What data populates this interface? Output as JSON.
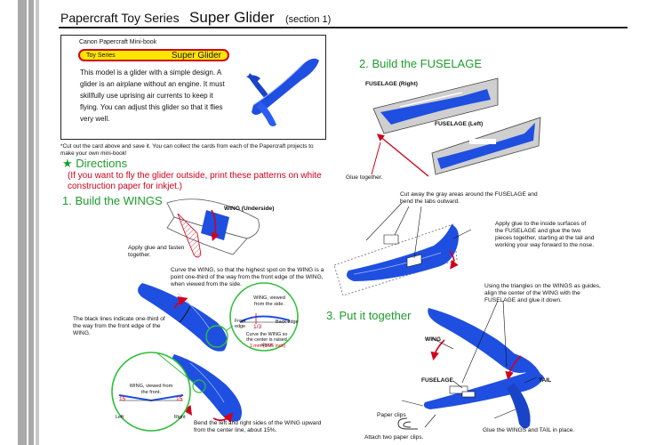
{
  "header": {
    "series": "Papercraft  Toy Series",
    "title": "Super Glider",
    "section": "(section 1)"
  },
  "card": {
    "book": "Canon  Papercraft  Mini-book",
    "pill_left": "Toy Series",
    "pill_right": "Super Glider",
    "description": "This model is a glider with a simple design. A glider is an airplane without an engine.  It must skillfully use uprising air currents to keep it flying. You can adjust this glider so that it flies very well."
  },
  "cut_note": "*Cut out the card above and save it.  You can collect the cards from each of the Papercraft projects to make your own mini-book!",
  "directions": {
    "star": "★",
    "title": "Directions",
    "note": "(If you want to fly the glider outside, print these patterns on white construction paper for inkjet.)"
  },
  "steps": {
    "step1": "1. Build the WINGS",
    "step2": "2. Build the FUSELAGE",
    "step3": "3. Put it together"
  },
  "wings": {
    "underside_label": "WING (Underside)",
    "glue_note": "Apply glue and fasten together.",
    "curve_note": "Curve the WING, so that the highest spot on the WING is a point one-third of the way from the front edge of the WING, when viewed from the side.",
    "black_lines_note": "The black lines indicate one-third of the way from the front edge of the WING.",
    "side_view_label": "WING, viewed from the side.",
    "front_edge": "Front edge",
    "back_edge": "Back edge",
    "one_third": "1/3",
    "center_raise": "Curve the WING so the center is raised about",
    "raise_amount": "1 mm (1/25 inch)",
    "front_view_label": "WING, viewed from the front.",
    "angle_left": "15",
    "angle_right": "15",
    "left": "Left",
    "right": "Right",
    "bend_note": "Bend the left and right sides of the WING upward from the center line, about 15%."
  },
  "fuselage": {
    "right_label": "FUSELAGE (Right)",
    "left_label": "FUSELAGE (Left)",
    "glue_note": "Glue together.",
    "cut_note": "Cut away the gray areas around the FUSELAGE and bend the tabs outward.",
    "glue_inside_note": "Apply glue to the inside surfaces of the FUSELAGE and glue the two pieces together, starting at the tail and working your way forward to the nose."
  },
  "assembly": {
    "triangles_note": "Using the triangles on the WINGS as guides, align the center of the WING with the FUSELAGE and glue it down.",
    "wing_label": "WING",
    "fuselage_label": "FUSELAGE",
    "tail_label": "TAIL",
    "paper_clips": "Paper clips",
    "attach_note": "Attach two paper clips.",
    "glue_note": "Glue the WINGS and TAIL in place."
  },
  "colors": {
    "plane_blue": "#1f4fe0",
    "heading_green": "#1e9b2e",
    "arrow_red": "#d0021b",
    "pill_yellow": "#ffe600",
    "circle_green": "#2fbf3a"
  }
}
